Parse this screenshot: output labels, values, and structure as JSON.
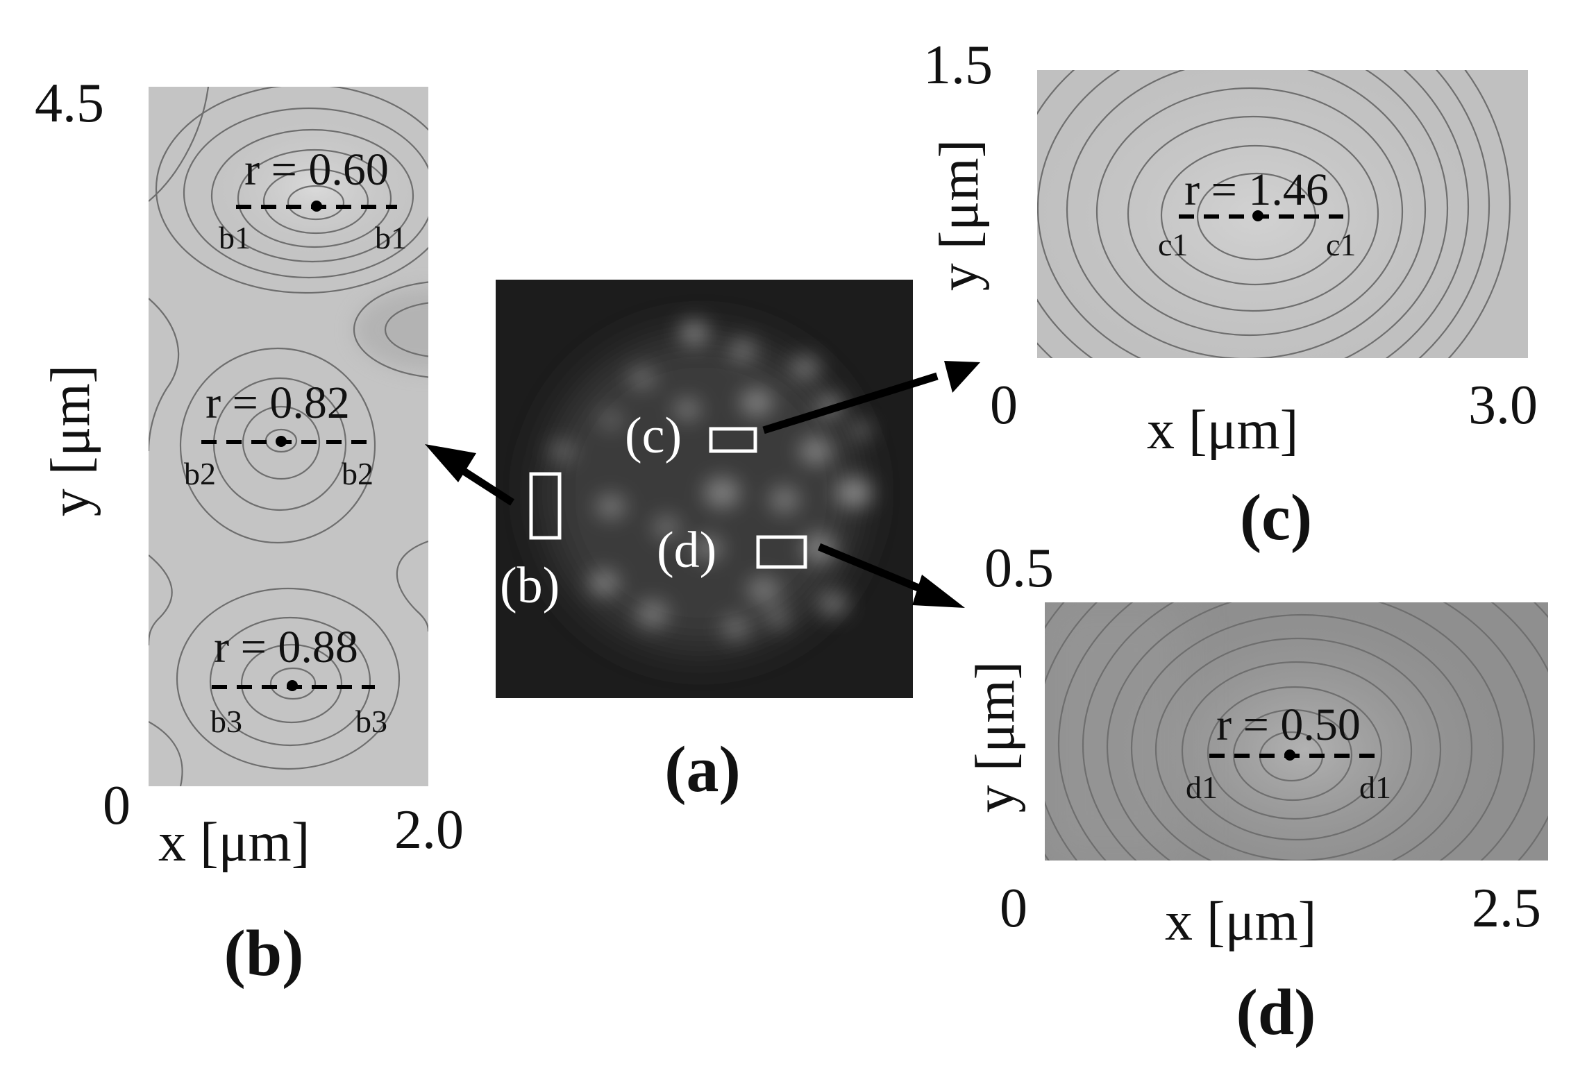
{
  "panels": {
    "a": {
      "label": "(a)"
    },
    "b": {
      "label": "(b)",
      "x_min": "0",
      "x_max": "2.0",
      "xlabel": "x [μm]",
      "y_max": "4.5",
      "ylabel": "y [μm]",
      "markers": [
        {
          "r": "r = 0.60",
          "end_left": "b1",
          "end_right": "b1"
        },
        {
          "r": "r = 0.82",
          "end_left": "b2",
          "end_right": "b2"
        },
        {
          "r": "r = 0.88",
          "end_left": "b3",
          "end_right": "b3"
        }
      ]
    },
    "c": {
      "label": "(c)",
      "x_min": "0",
      "x_max": "3.0",
      "xlabel": "x [μm]",
      "y_max": "1.5",
      "ylabel": "y [μm]",
      "markers": [
        {
          "r": "r = 1.46",
          "end_left": "c1",
          "end_right": "c1"
        }
      ]
    },
    "d": {
      "label": "(d)",
      "x_min": "0",
      "x_max": "2.5",
      "xlabel": "x [μm]",
      "y_max": "0.5",
      "ylabel": "y [μm]",
      "markers": [
        {
          "r": "r = 0.50",
          "end_left": "d1",
          "end_right": "d1"
        }
      ]
    }
  },
  "inset_labels": {
    "b": "(b)",
    "c": "(c)",
    "d": "(d)"
  },
  "colors": {
    "panel_b_bg": "#c4c4c4",
    "panel_c_bg": "#c7c7c7",
    "panel_d_bg": "#8f8f8f",
    "speckle_bg": "#1c1c1c",
    "contour": "#6e6e6e"
  }
}
